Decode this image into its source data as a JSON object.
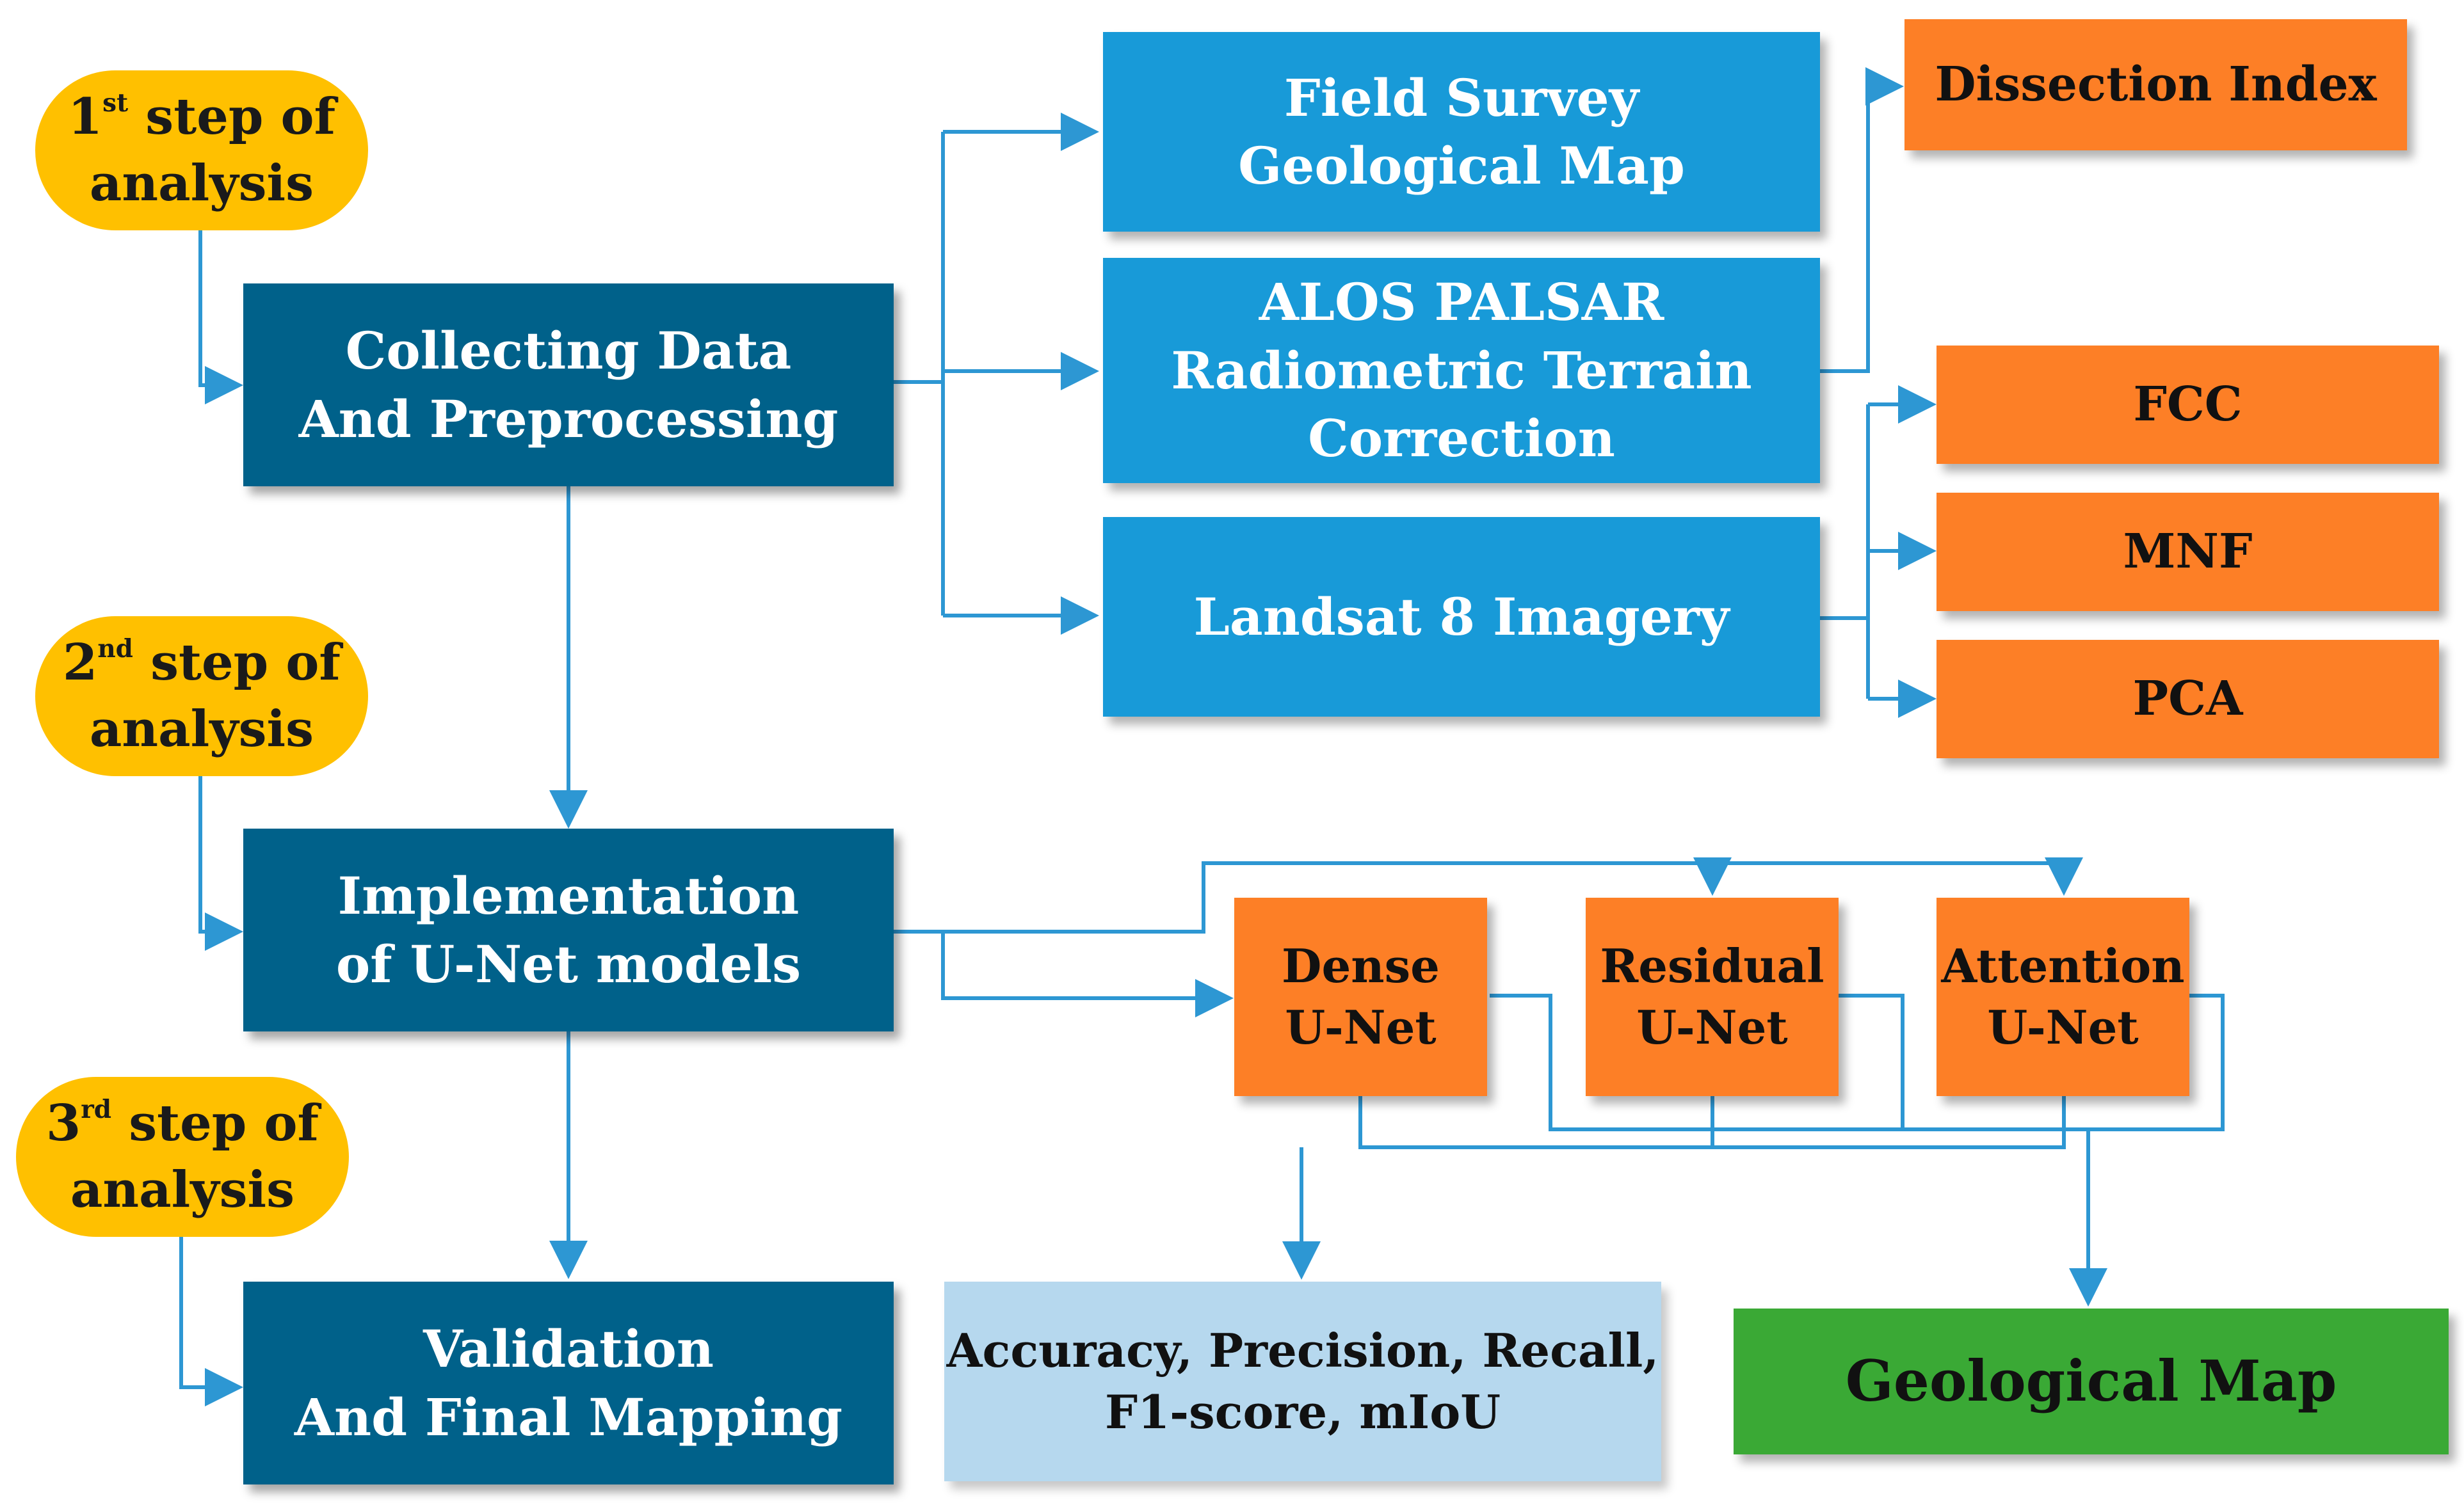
{
  "steps": [
    {
      "num": "1",
      "sup": "st",
      "rest": " step of",
      "line2": "analysis"
    },
    {
      "num": "2",
      "sup": "nd",
      "rest": " step of",
      "line2": "analysis"
    },
    {
      "num": "3",
      "sup": "rd",
      "rest": " step of",
      "line2": "analysis"
    }
  ],
  "main": {
    "collect": [
      "Collecting Data",
      "And Preprocessing"
    ],
    "implement": [
      "Implementation",
      "of U-Net models"
    ],
    "validate": [
      "Validation",
      "And Final Mapping"
    ]
  },
  "sources": {
    "field": [
      "Field Survey",
      "Geological Map"
    ],
    "alos": [
      "ALOS PALSAR",
      "Radiometric Terrain",
      "Correction"
    ],
    "landsat": [
      "Landsat 8 Imagery"
    ]
  },
  "products": {
    "dissection": "Dissection Index",
    "fcc": "FCC",
    "mnf": "MNF",
    "pca": "PCA"
  },
  "models": {
    "dense": [
      "Dense",
      "U-Net"
    ],
    "residual": [
      "Residual",
      "U-Net"
    ],
    "attention": [
      "Attention",
      "U-Net"
    ]
  },
  "outputs": {
    "metrics": [
      "Accuracy, Precision, Recall,",
      "F1-score, mIoU"
    ],
    "map": "Geological Map"
  },
  "colors": {
    "step": "#ffc000",
    "main": "#00618a",
    "data": "#189ad8",
    "product": "#fd7f26",
    "metrics": "#b6d8ee",
    "map": "#3aa935",
    "connector": "#2d97d3"
  }
}
